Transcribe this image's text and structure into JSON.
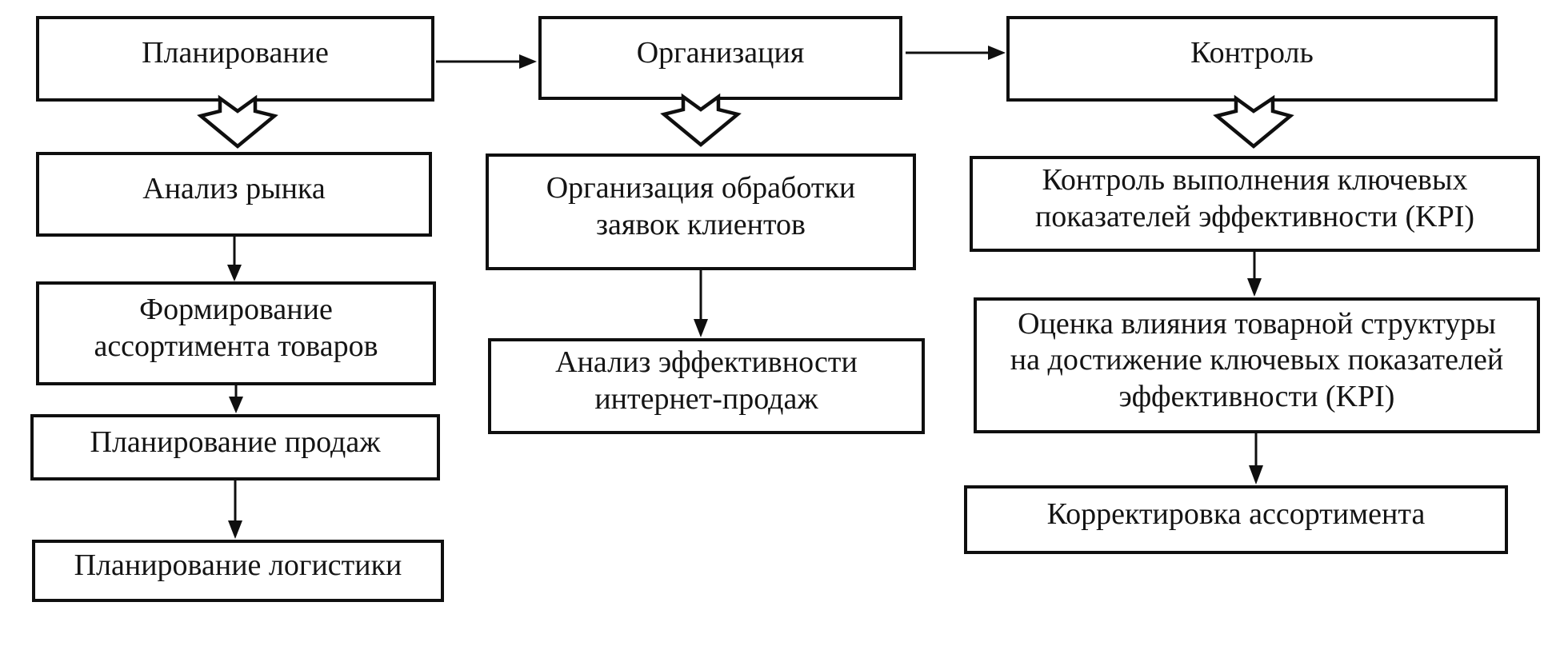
{
  "diagram": {
    "background_color": "#ffffff",
    "line_color": "#0f0f0f",
    "text_color": "#141414",
    "nodes": {
      "planning": {
        "label": "Планирование"
      },
      "organization": {
        "label": "Организация"
      },
      "control": {
        "label": "Контроль"
      },
      "market_analysis": {
        "label": "Анализ рынка"
      },
      "order_processing": {
        "label": "Организация обработки\nзаявок клиентов"
      },
      "kpi_control": {
        "label": "Контроль выполнения ключевых\nпоказателей эффективности (KPI)"
      },
      "assortment_formation": {
        "label": "Формирование\nассортимента товаров"
      },
      "online_sales_analysis": {
        "label": "Анализ эффективности\nинтернет-продаж"
      },
      "kpi_impact": {
        "label": "Оценка влияния товарной структуры\nна достижение ключевых показателей\nэффективности (KPI)"
      },
      "sales_planning": {
        "label": "Планирование продаж"
      },
      "logistics_planning": {
        "label": "Планирование логистики"
      },
      "assortment_adjustment": {
        "label": "Корректировка ассортимента"
      }
    },
    "edges": [
      {
        "from": "planning",
        "to": "organization",
        "type": "thin-horizontal"
      },
      {
        "from": "organization",
        "to": "control",
        "type": "thin-horizontal"
      },
      {
        "from": "planning",
        "to": "market_analysis",
        "type": "block-down"
      },
      {
        "from": "organization",
        "to": "order_processing",
        "type": "block-down"
      },
      {
        "from": "control",
        "to": "kpi_control",
        "type": "block-down"
      },
      {
        "from": "market_analysis",
        "to": "assortment_formation",
        "type": "thin-vertical"
      },
      {
        "from": "assortment_formation",
        "to": "sales_planning",
        "type": "thin-vertical"
      },
      {
        "from": "sales_planning",
        "to": "logistics_planning",
        "type": "thin-vertical"
      },
      {
        "from": "order_processing",
        "to": "online_sales_analysis",
        "type": "thin-vertical"
      },
      {
        "from": "kpi_control",
        "to": "kpi_impact",
        "type": "thin-vertical"
      },
      {
        "from": "kpi_impact",
        "to": "assortment_adjustment",
        "type": "thin-vertical"
      }
    ]
  }
}
